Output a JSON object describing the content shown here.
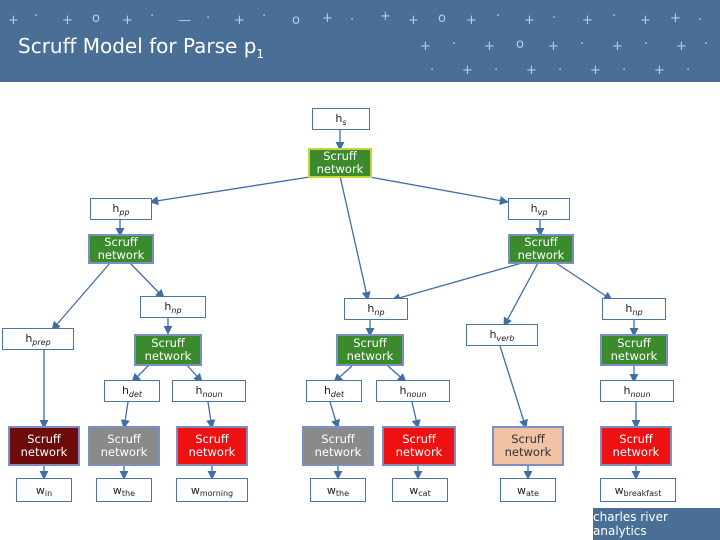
{
  "slide": {
    "title": "Scruff Model for Parse p",
    "title_sub": "1",
    "footer_logo_text": "charles river analytics"
  },
  "colors": {
    "header_bg": "#4a6f96",
    "edge": "#3f6ea6",
    "network_green": "#3b8a2c",
    "network_gray": "#8a8a8a",
    "network_red": "#ee1111",
    "network_dark_red": "#6e0c0c",
    "network_peach": "#f2c2a4"
  },
  "nodes": {
    "h_s": {
      "main": "h",
      "sub": "s"
    },
    "net_root": {
      "text": "Scruff network",
      "color": "green"
    },
    "h_pp": {
      "main": "h",
      "sub": "pp"
    },
    "h_vp": {
      "main": "h",
      "sub": "vp"
    },
    "net_pp": {
      "text": "Scruff network",
      "color": "green"
    },
    "net_vp": {
      "text": "Scruff network",
      "color": "green"
    },
    "h_prep": {
      "main": "h",
      "sub": "prep"
    },
    "h_np_1": {
      "main": "h",
      "sub": "np"
    },
    "h_np_2": {
      "main": "h",
      "sub": "np"
    },
    "h_verb": {
      "main": "h",
      "sub": "verb"
    },
    "h_np_3": {
      "main": "h",
      "sub": "np"
    },
    "net_np_1": {
      "text": "Scruff network",
      "color": "green"
    },
    "net_np_2": {
      "text": "Scruff network",
      "color": "green"
    },
    "net_np_3": {
      "text": "Scruff network",
      "color": "green"
    },
    "h_det_1": {
      "main": "h",
      "sub": "det"
    },
    "h_noun_1": {
      "main": "h",
      "sub": "noun"
    },
    "h_det_2": {
      "main": "h",
      "sub": "det"
    },
    "h_noun_2": {
      "main": "h",
      "sub": "noun"
    },
    "h_noun_3": {
      "main": "h",
      "sub": "noun"
    },
    "net_in": {
      "text": "Scruff network",
      "color": "dark-red"
    },
    "net_the_1": {
      "text": "Scruff network",
      "color": "gray"
    },
    "net_morning": {
      "text": "Scruff network",
      "color": "red"
    },
    "net_the_2": {
      "text": "Scruff network",
      "color": "gray"
    },
    "net_cat": {
      "text": "Scruff network",
      "color": "red"
    },
    "net_ate": {
      "text": "Scruff network",
      "color": "peach"
    },
    "net_breakfast": {
      "text": "Scruff network",
      "color": "red"
    },
    "w_in": {
      "main": "w",
      "sub": "in"
    },
    "w_the_1": {
      "main": "w",
      "sub": "the"
    },
    "w_morning": {
      "main": "w",
      "sub": "morning"
    },
    "w_the_2": {
      "main": "w",
      "sub": "the"
    },
    "w_cat": {
      "main": "w",
      "sub": "cat"
    },
    "w_ate": {
      "main": "w",
      "sub": "ate"
    },
    "w_breakfast": {
      "main": "w",
      "sub": "breakfast"
    }
  }
}
